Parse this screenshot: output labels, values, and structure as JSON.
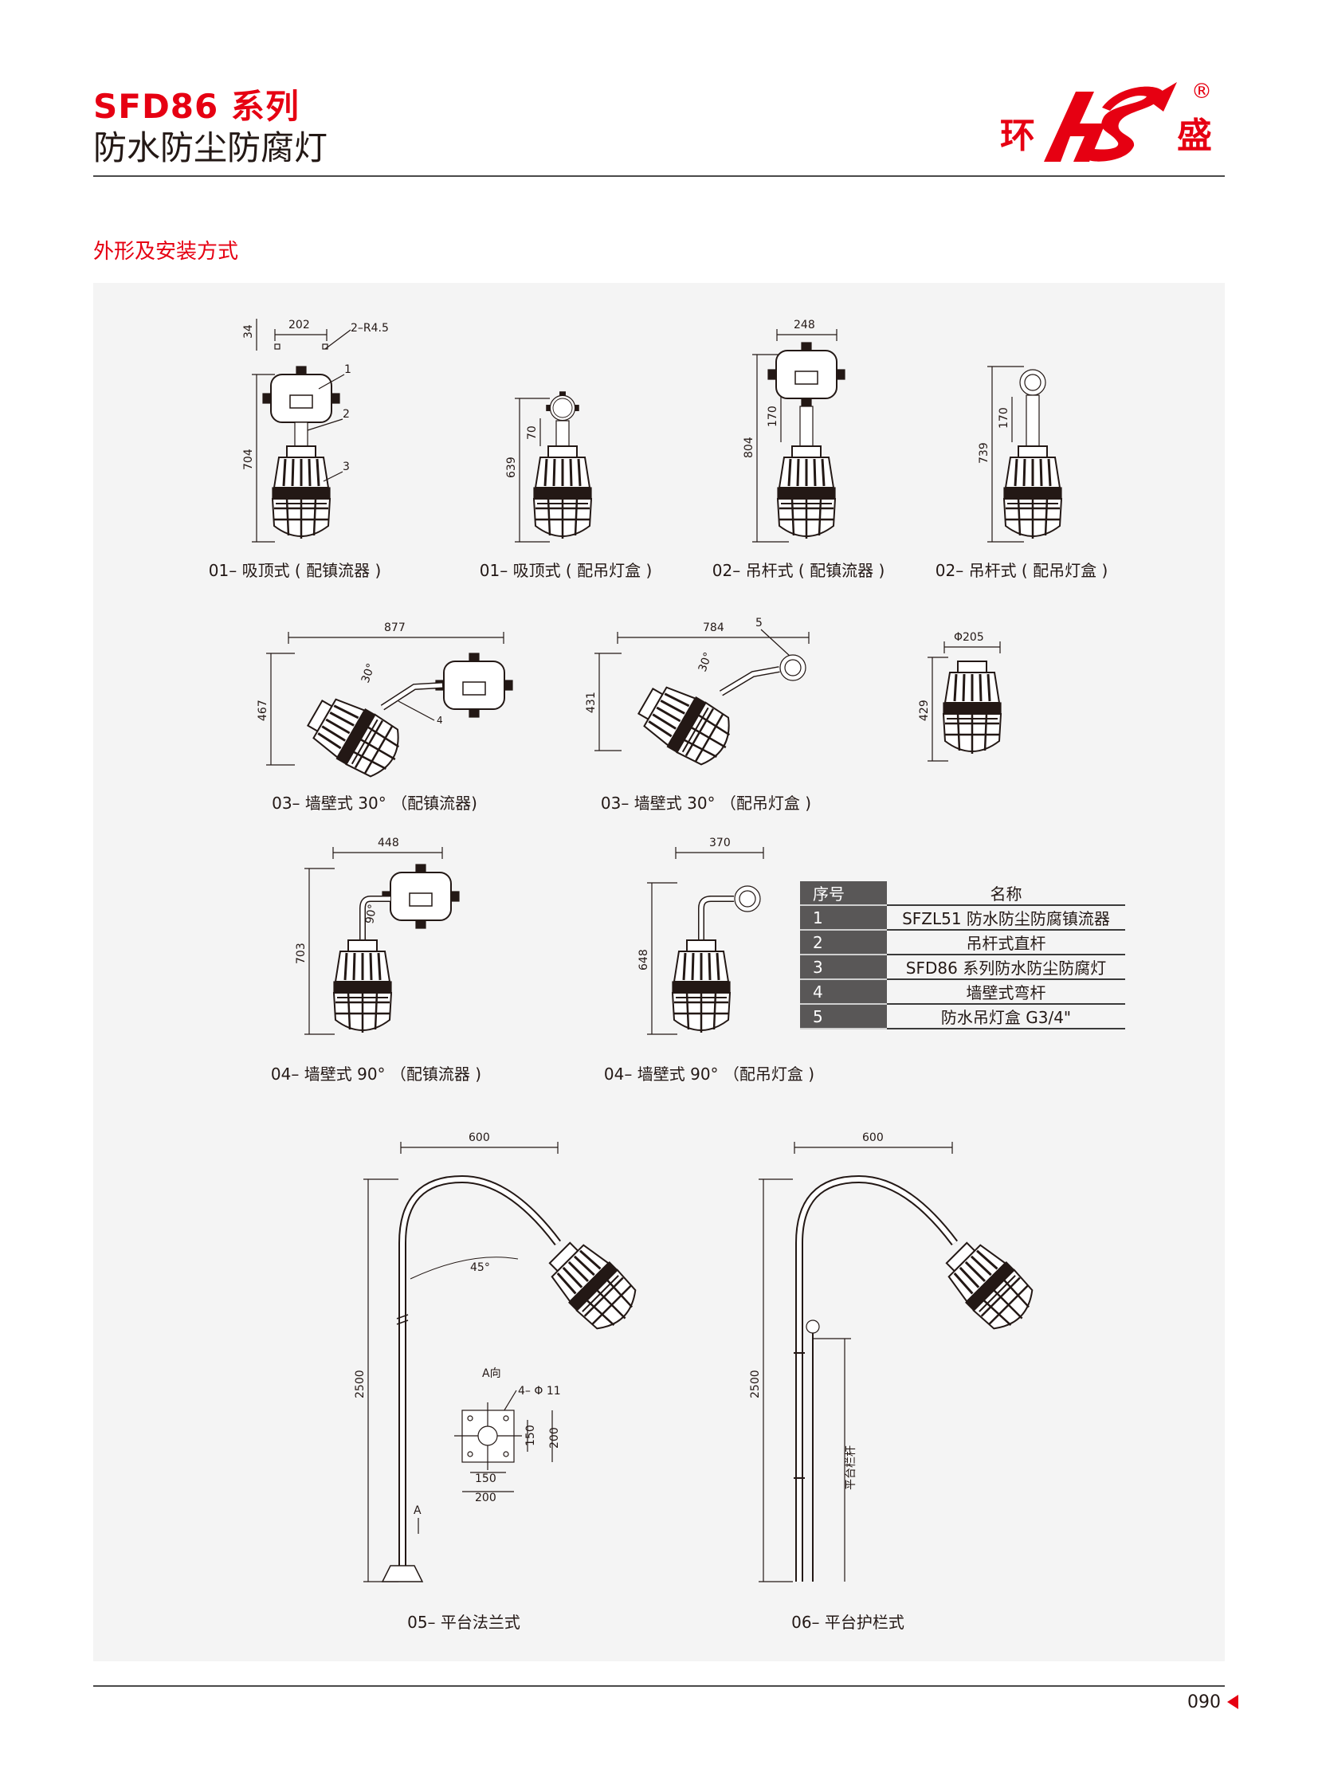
{
  "header": {
    "title": "SFD86 系列",
    "subtitle": "防水防尘防腐灯",
    "logo_left": "环",
    "logo_right": "盛",
    "logo_registered": "®"
  },
  "section_title": "外形及安装方式",
  "figures": [
    {
      "caption": "01– 吸顶式 ( 配镇流器 )",
      "dims": [
        "202",
        "34",
        "2–R4.5",
        "704",
        "1",
        "2",
        "3"
      ]
    },
    {
      "caption": "01– 吸顶式 ( 配吊灯盒 )",
      "dims": [
        "639",
        "70"
      ]
    },
    {
      "caption": "02– 吊杆式 ( 配镇流器 )",
      "dims": [
        "248",
        "804",
        "170"
      ]
    },
    {
      "caption": "02– 吊杆式 ( 配吊灯盒 )",
      "dims": [
        "739",
        "170"
      ]
    },
    {
      "caption": "03– 墙壁式 30° （配镇流器)",
      "dims": [
        "877",
        "467",
        "30°",
        "4"
      ]
    },
    {
      "caption": "03– 墙壁式 30° （配吊灯盒 )",
      "dims": [
        "784",
        "431",
        "5",
        "30°"
      ]
    },
    {
      "caption": "",
      "dims": [
        "Φ205",
        "429"
      ]
    },
    {
      "caption": "04– 墙壁式 90° （配镇流器 )",
      "dims": [
        "448",
        "703",
        "90°"
      ]
    },
    {
      "caption": "04– 墙壁式 90° （配吊灯盒 )",
      "dims": [
        "370",
        "648"
      ]
    },
    {
      "caption": "05– 平台法兰式",
      "dims": [
        "600",
        "2500",
        "45°",
        "A",
        "A向",
        "4– Φ 11",
        "150",
        "200",
        "150",
        "200"
      ]
    },
    {
      "caption": "06– 平台护栏式",
      "dims": [
        "600",
        "2500",
        "平台栏杆"
      ]
    }
  ],
  "parts_table": {
    "headers": [
      "序号",
      "名称"
    ],
    "rows": [
      [
        "1",
        "SFZL51 防水防尘防腐镇流器"
      ],
      [
        "2",
        "吊杆式直杆"
      ],
      [
        "3",
        "SFD86 系列防水防尘防腐灯"
      ],
      [
        "4",
        "墙壁式弯杆"
      ],
      [
        "5",
        "防水吊灯盒 G3/4\""
      ]
    ]
  },
  "page_number": "090",
  "colors": {
    "accent": "#e60012",
    "text": "#231815",
    "panel": "#f4f4f4",
    "table_head": "#595757"
  }
}
